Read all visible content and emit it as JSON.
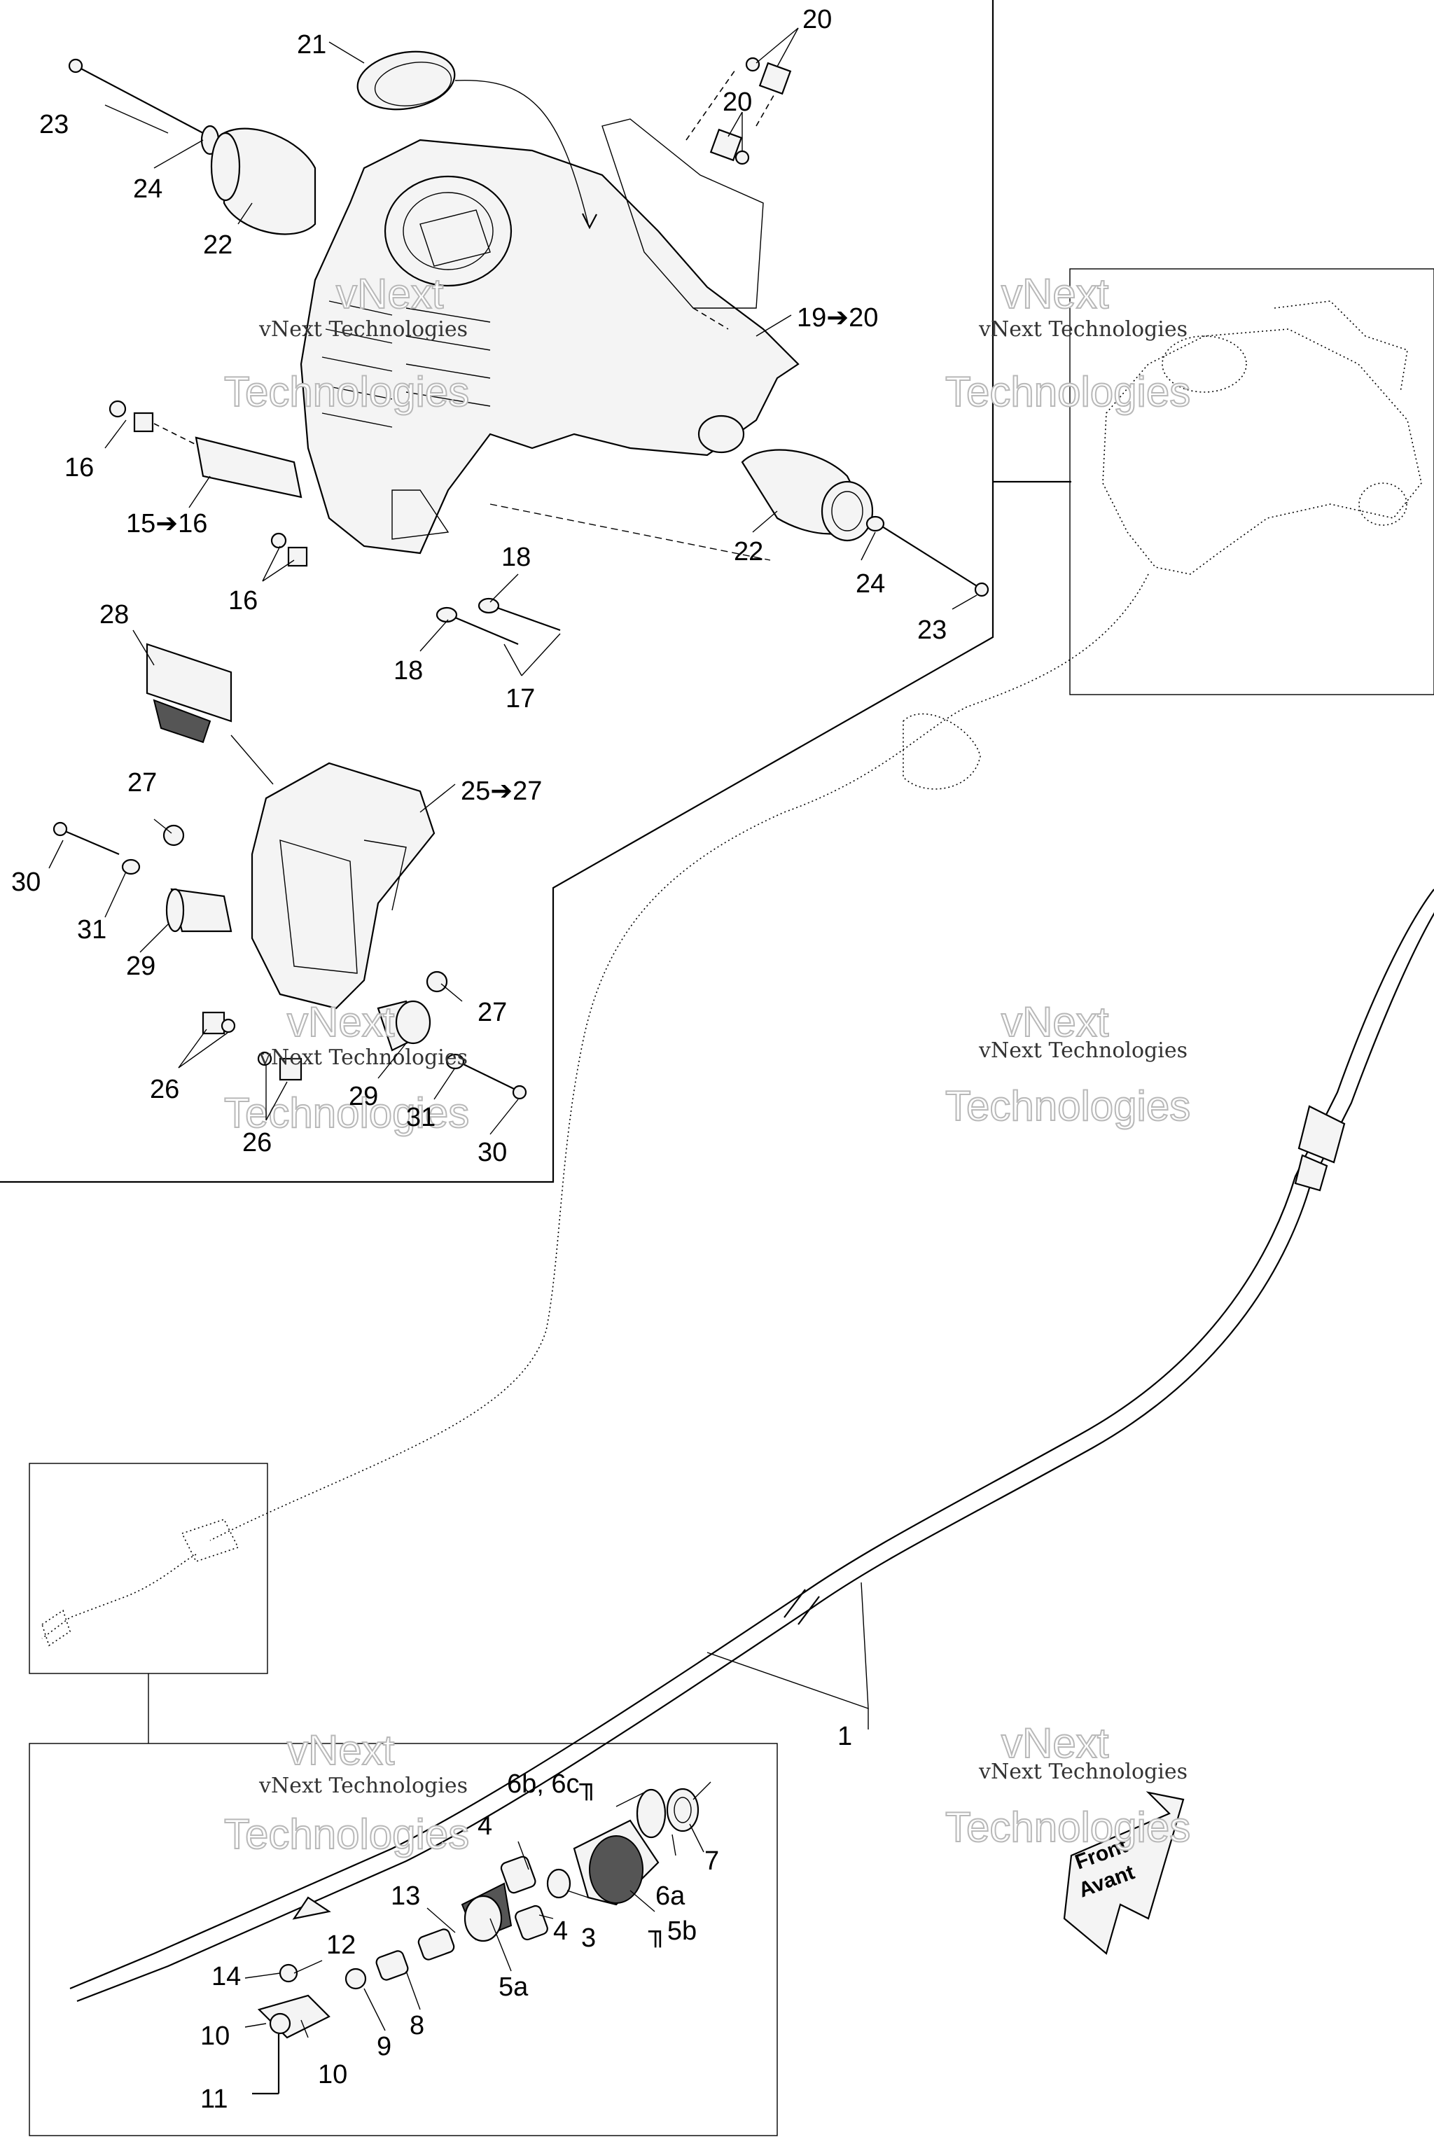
{
  "labels": {
    "l1": "1",
    "l3": "3",
    "l4a": "4",
    "l4b": "4",
    "l5a": "5a",
    "l5b": "╖5b",
    "l6a": "6a",
    "l6bc": "6b, 6c╖",
    "l7": "7",
    "l8": "8",
    "l9": "9",
    "l10a": "10",
    "l10b": "10",
    "l11": "11",
    "l12": "12",
    "l13": "13",
    "l14": "14",
    "l15": "15➔16",
    "l16a": "16",
    "l16b": "16",
    "l17": "17",
    "l18a": "18",
    "l18b": "18",
    "l19": "19➔20",
    "l20a": "20",
    "l20b": "20",
    "l21": "21",
    "l22a": "22",
    "l22b": "22",
    "l23a": "23",
    "l23b": "23",
    "l24a": "24",
    "l24b": "24",
    "l25": "25➔27",
    "l26a": "26",
    "l26b": "26",
    "l27a": "27",
    "l27b": "27",
    "l28": "28",
    "l29a": "29",
    "l29b": "29",
    "l30a": "30",
    "l30b": "30",
    "l31a": "31",
    "l31b": "31"
  },
  "watermark": {
    "line1": "vNext Technologies",
    "line2": "vNext",
    "line3": "Technologies"
  },
  "front_arrow": {
    "line1": "Front",
    "line2": "Avant"
  },
  "colors": {
    "ink": "#000000",
    "paper": "#ffffff",
    "part_fill": "#f4f4f4"
  }
}
